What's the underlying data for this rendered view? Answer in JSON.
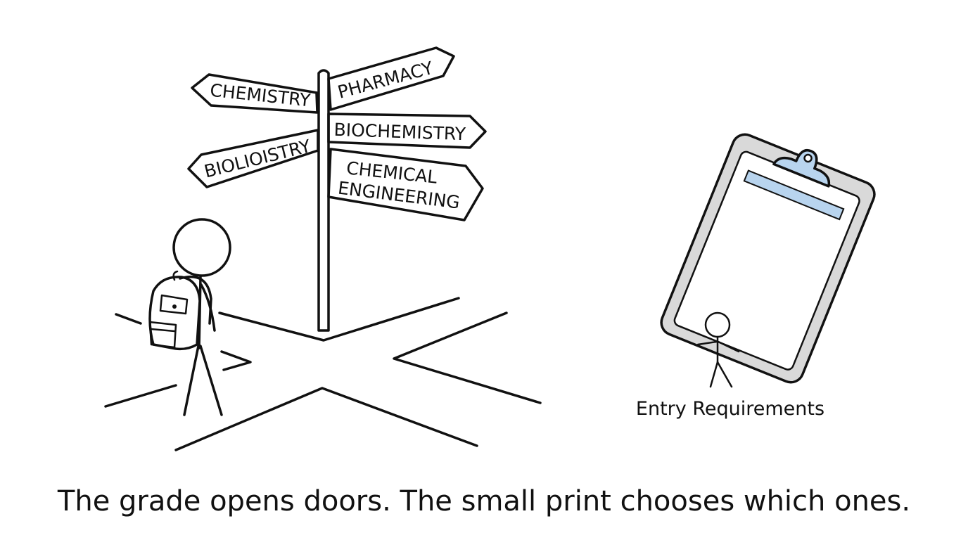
{
  "signpost": {
    "signs": {
      "chemistry": "CHEMISTRY",
      "biology": "BIOLIOISTRY",
      "pharmacy": "PHARMACY",
      "biochemistry": "BIOCHEMISTRY",
      "chemical_line1": "CHEMICAL",
      "chemical_line2": "ENGINEERING"
    }
  },
  "clipboard": {
    "label": "Entry Requirements",
    "clip_color": "#b8d4ee",
    "board_color": "#d9d9d9"
  },
  "caption": "The grade opens doors. The small print chooses which ones.",
  "icons": {
    "student": "student-with-backpack-icon",
    "signpost": "signpost-icon",
    "clipboard": "clipboard-icon",
    "small_person": "small-person-icon"
  }
}
